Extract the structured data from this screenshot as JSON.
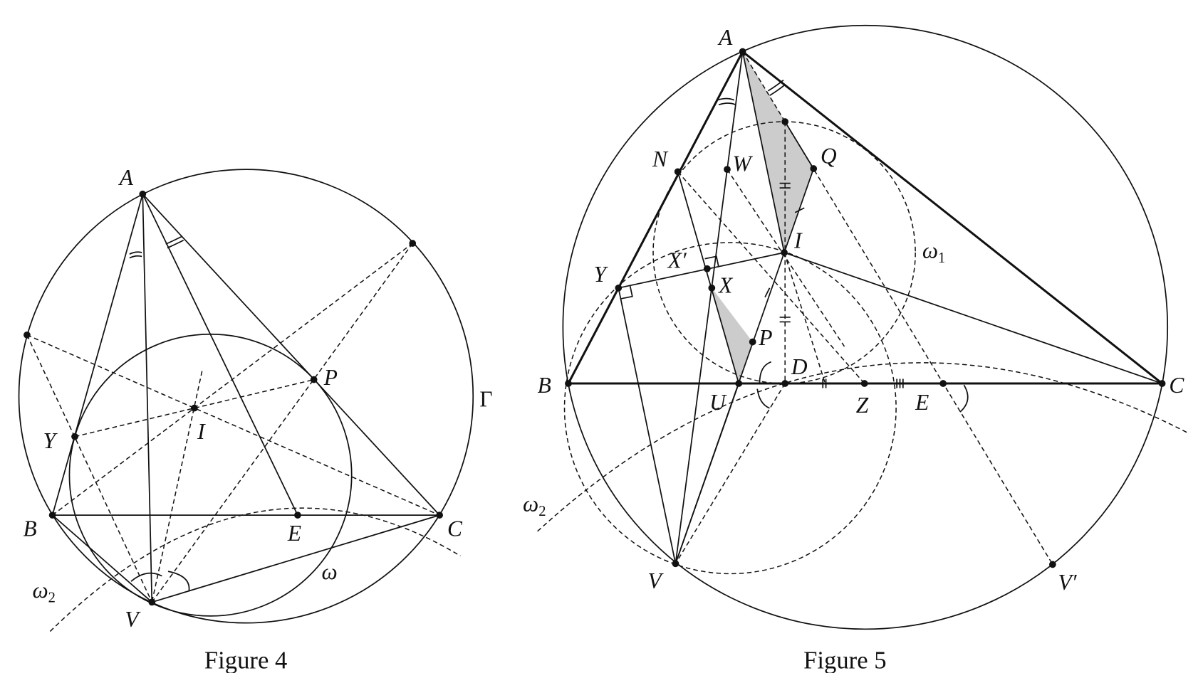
{
  "figure4": {
    "caption": "Figure 4",
    "labels": {
      "A": "A",
      "B": "B",
      "C": "C",
      "E": "E",
      "I": "I",
      "P": "P",
      "Y": "Y",
      "V": "V",
      "Gamma": "Γ",
      "omega": "ω",
      "omega2": "ω",
      "omega2_sub": "2"
    }
  },
  "figure5": {
    "caption": "Figure 5",
    "labels": {
      "A": "A",
      "B": "B",
      "C": "C",
      "N": "N",
      "W": "W",
      "Q": "Q",
      "I": "I",
      "Xp": "X′",
      "X": "X",
      "Y": "Y",
      "P": "P",
      "D": "D",
      "U": "U",
      "Z": "Z",
      "E": "E",
      "V": "V",
      "Vp": "V′",
      "omega1": "ω",
      "omega1_sub": "1",
      "omega2": "ω",
      "omega2_sub": "2"
    }
  }
}
